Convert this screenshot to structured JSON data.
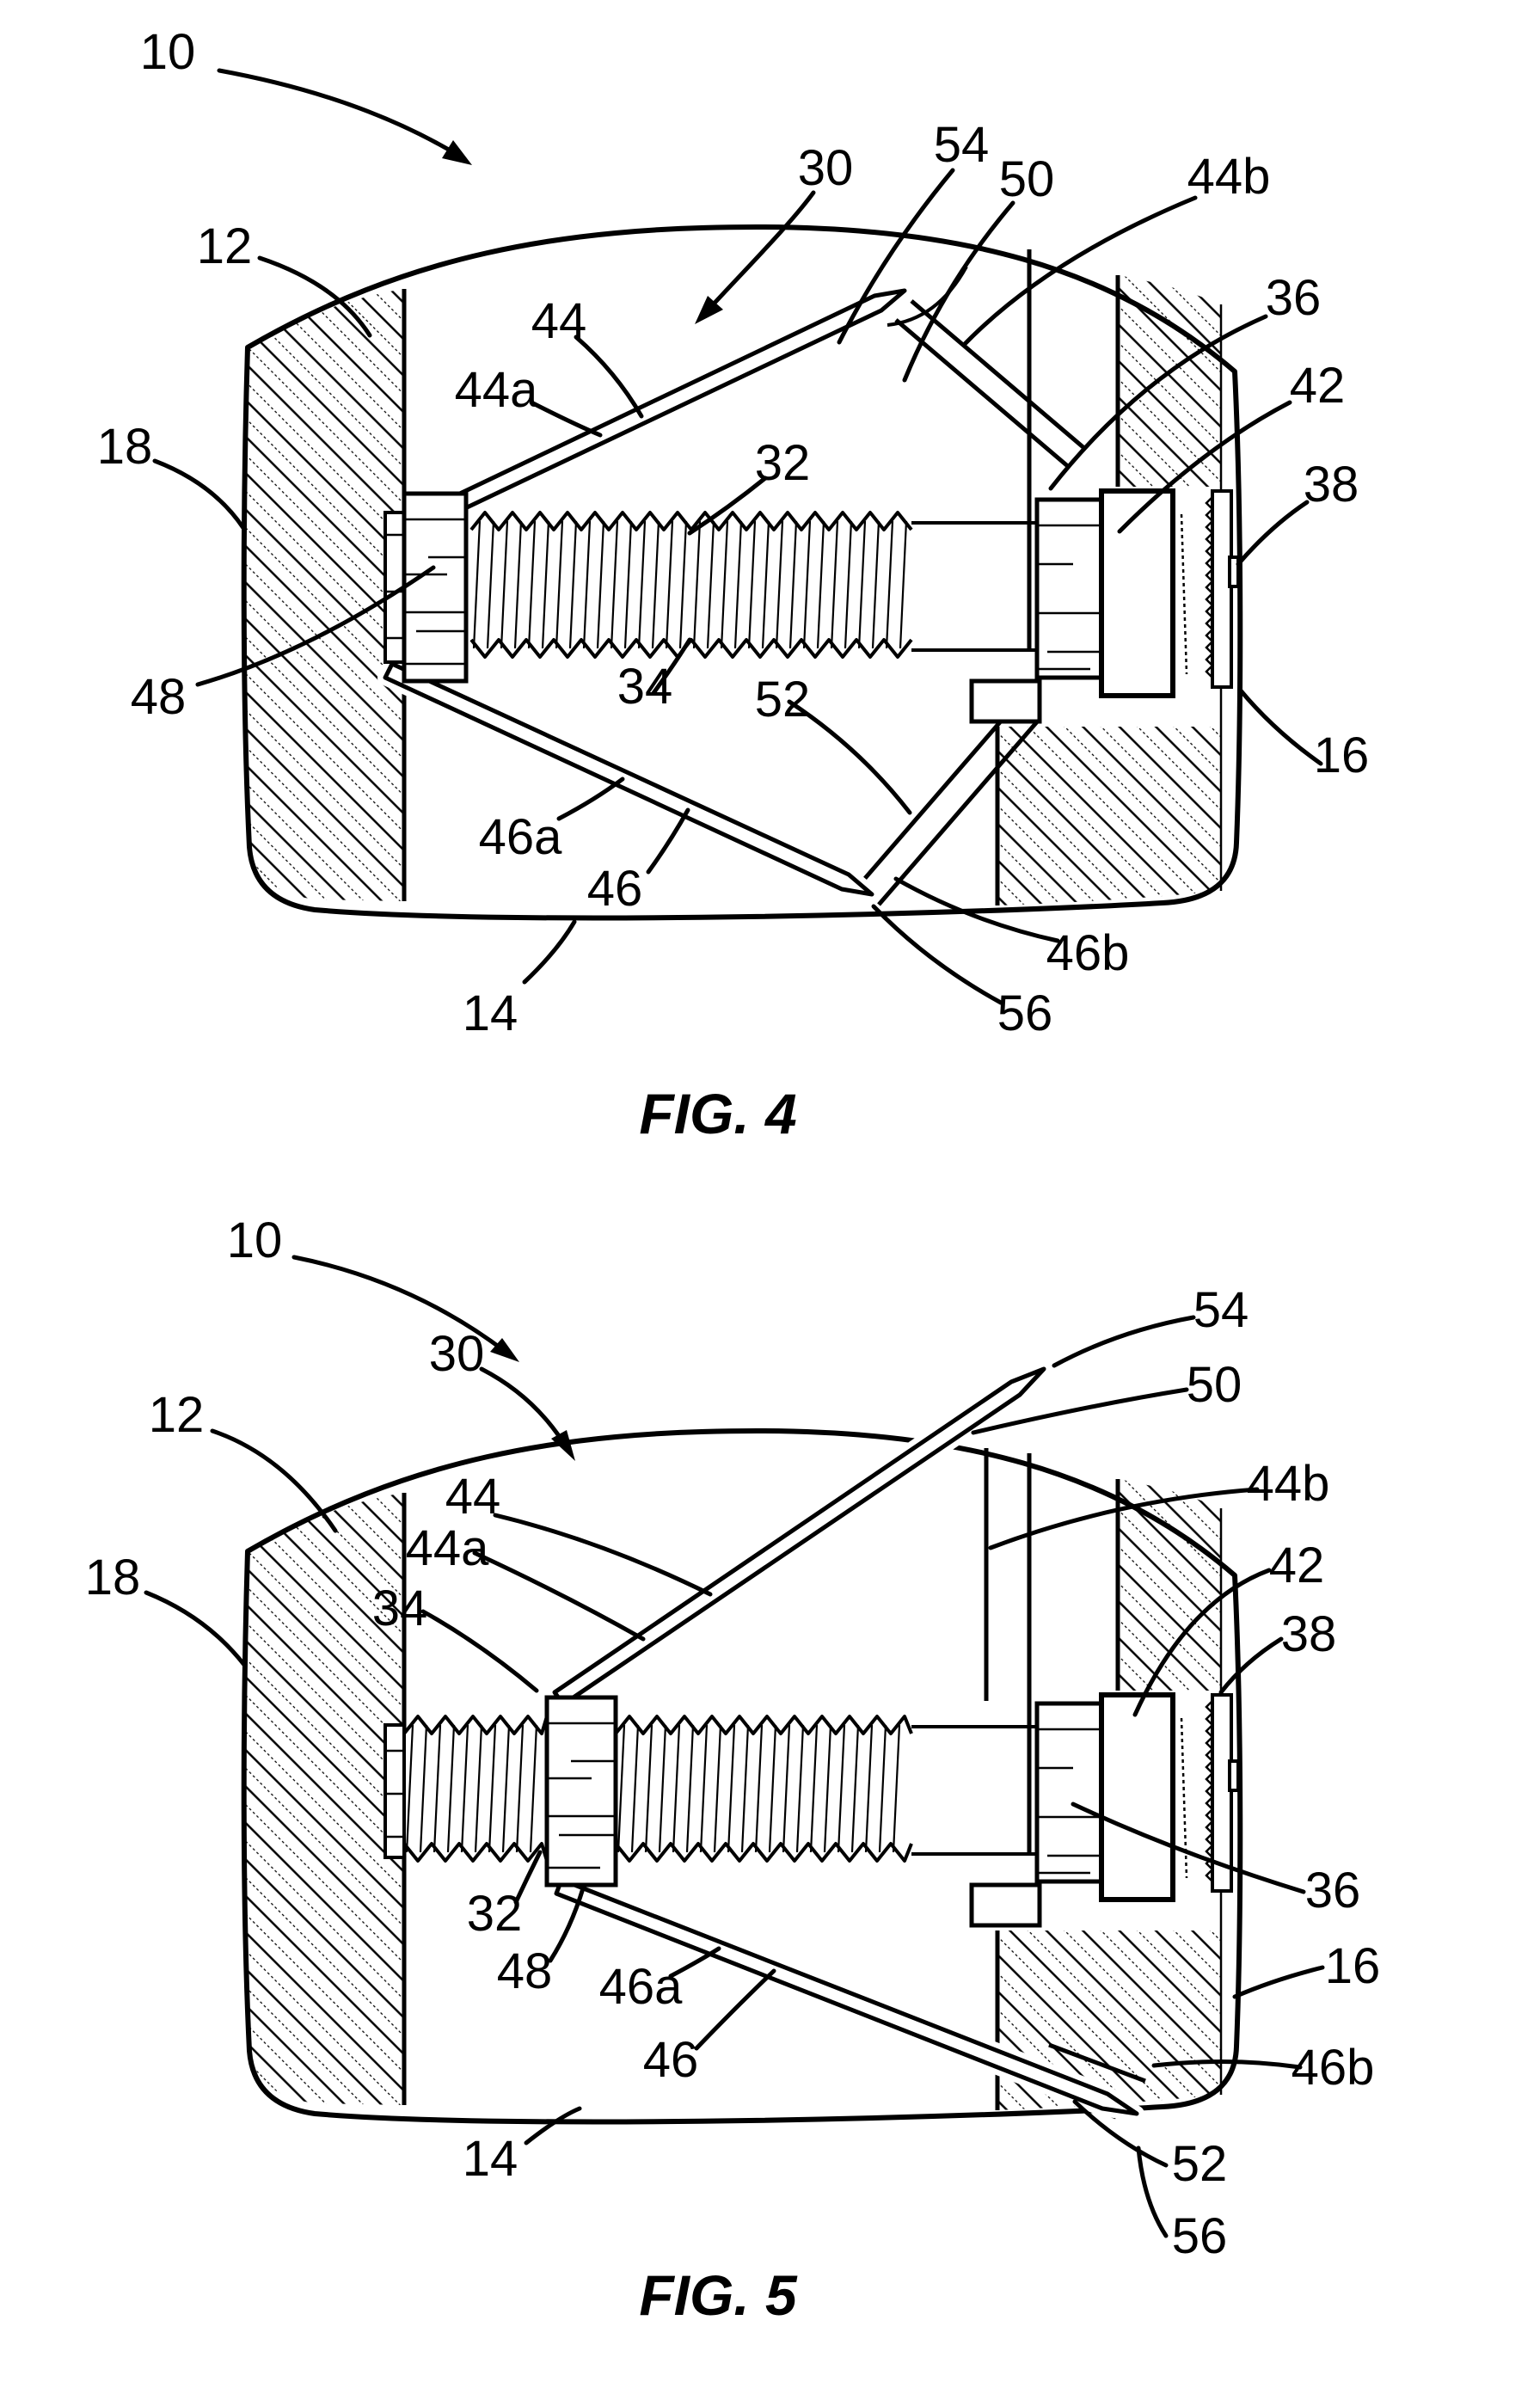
{
  "sheet": {
    "background": "#ffffff",
    "line_color": "#000000"
  },
  "figures": [
    {
      "id": "fig4",
      "caption": "FIG. 4"
    },
    {
      "id": "fig5",
      "caption": "FIG. 5"
    }
  ],
  "labels": {
    "n10": "10",
    "n12": "12",
    "n14": "14",
    "n16": "16",
    "n18": "18",
    "n30": "30",
    "n32": "32",
    "n34": "34",
    "n36": "36",
    "n38": "38",
    "n42": "42",
    "n44": "44",
    "n44a": "44a",
    "n44b": "44b",
    "n46": "46",
    "n46a": "46a",
    "n46b": "46b",
    "n48": "48",
    "n50": "50",
    "n52": "52",
    "n54": "54",
    "n56": "56"
  }
}
